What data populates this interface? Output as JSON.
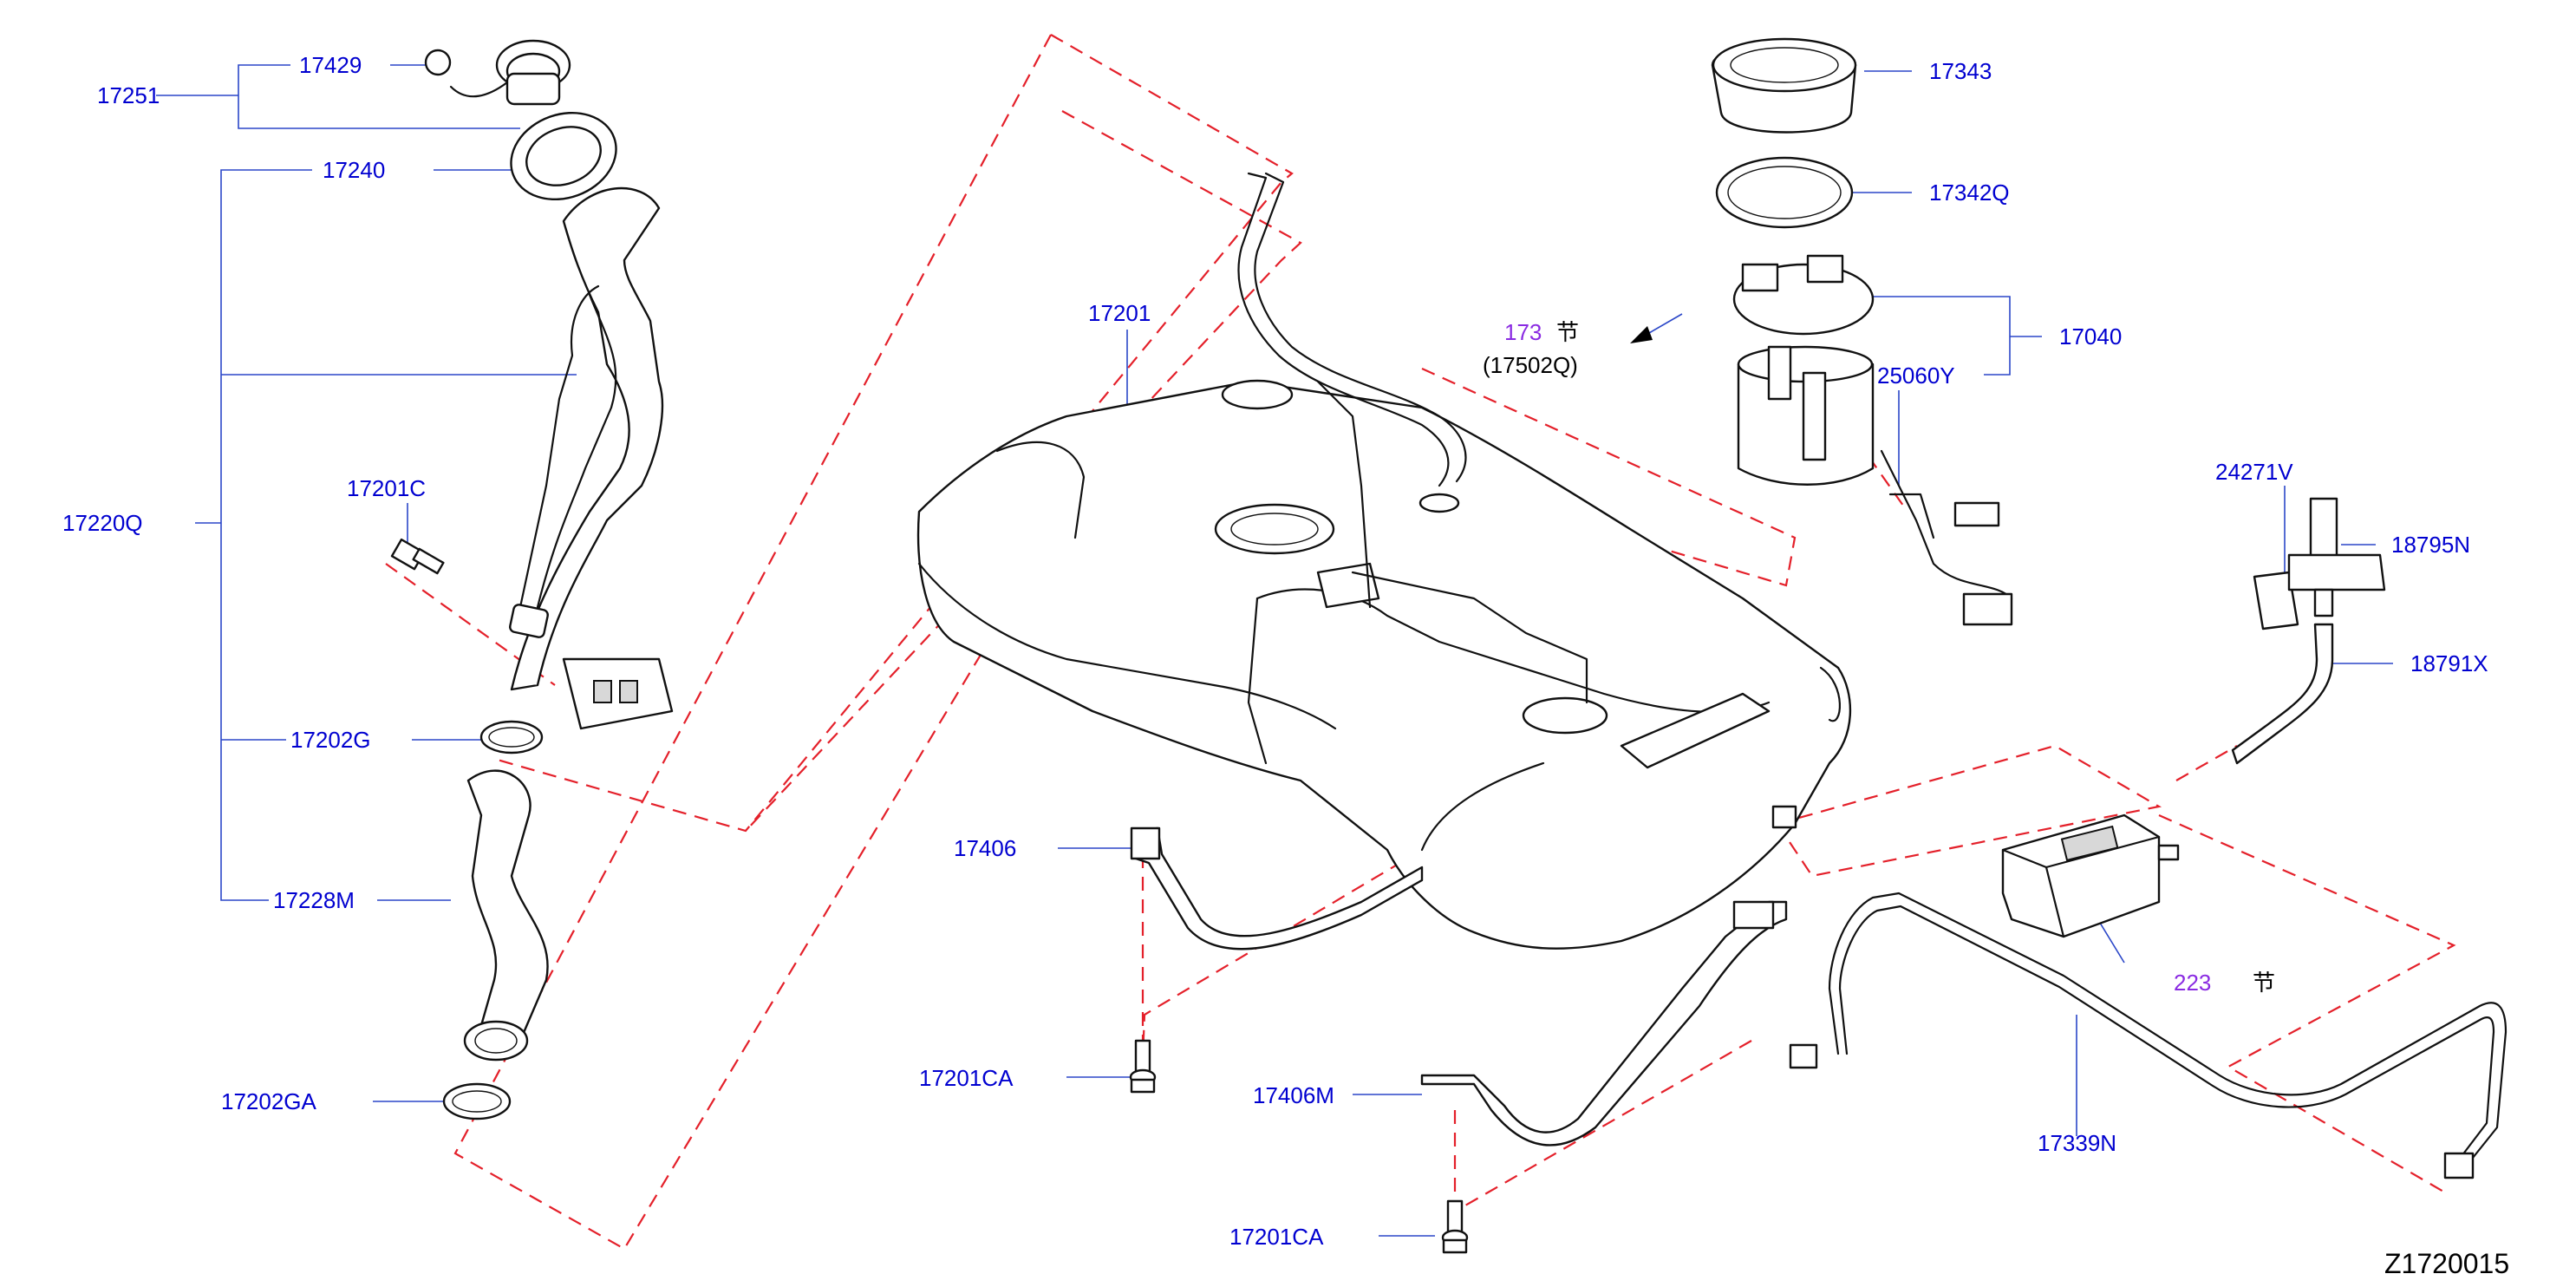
{
  "diagram_code": "Z1720015",
  "callouts": {
    "c17251": "17251",
    "c17429": "17429",
    "c17240": "17240",
    "c17220Q": "17220Q",
    "c17201C": "17201C",
    "c17202G": "17202G",
    "c17228M": "17228M",
    "c17202GA": "17202GA",
    "c17201": "17201",
    "c17406": "17406",
    "c17201CA_1": "17201CA",
    "c17406M": "17406M",
    "c17201CA_2": "17201CA",
    "c17343": "17343",
    "c17342Q": "17342Q",
    "c17040": "17040",
    "c25060Y": "25060Y",
    "c24271V": "24271V",
    "c18795N": "18795N",
    "c18791X": "18791X",
    "c17339N": "17339N"
  },
  "section_refs": {
    "ref173_num": "173",
    "ref173_glyph": "节",
    "ref173_sub": "(17502Q)",
    "ref223_num": "223",
    "ref223_glyph": "节"
  }
}
